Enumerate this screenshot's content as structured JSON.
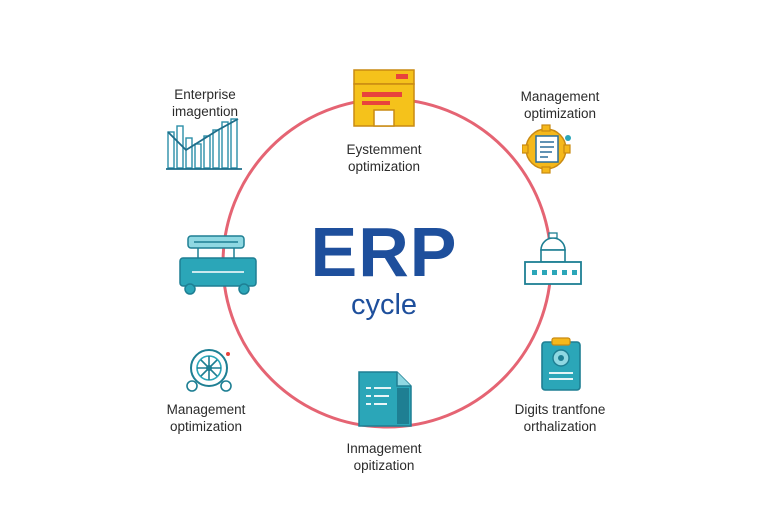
{
  "diagram": {
    "center": {
      "title": "ERP",
      "subtitle": "cycle"
    },
    "colors": {
      "ring": "#e56473",
      "title": "#1e4f9c",
      "teal": "#2ba6b8",
      "yellow": "#f5c21b",
      "red": "#e8433c"
    },
    "nodes": [
      {
        "icon": "bar-chart-icon",
        "line1": "Enterprise",
        "line2": "imagention"
      },
      {
        "icon": "building-icon",
        "line1": "Eystemment",
        "line2": "optimization"
      },
      {
        "icon": "gear-document-icon",
        "line1": "Management",
        "line2": "optimization"
      },
      {
        "icon": "conveyor-icon",
        "line1": "",
        "line2": ""
      },
      {
        "icon": "dome-building-icon",
        "line1": "",
        "line2": ""
      },
      {
        "icon": "fan-gear-icon",
        "line1": "Management",
        "line2": "optimization"
      },
      {
        "icon": "document-icon",
        "line1": "Inmagement",
        "line2": "opitization"
      },
      {
        "icon": "clipboard-icon",
        "line1": "Digits trantfone",
        "line2": "orthalization"
      }
    ]
  }
}
